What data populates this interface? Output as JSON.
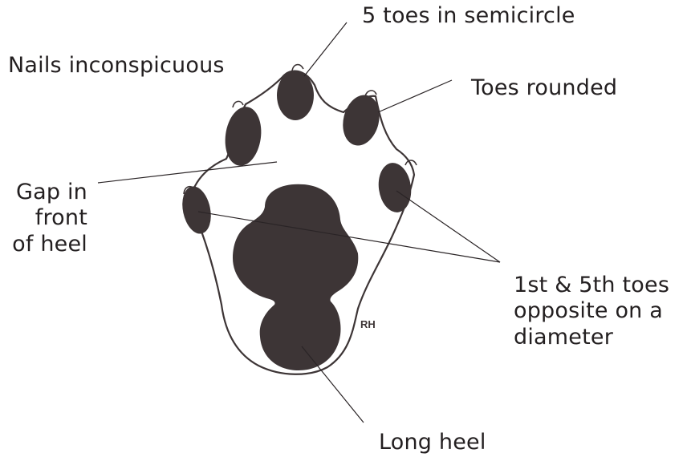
{
  "labels": {
    "toes_semicircle": "5 toes in semicircle",
    "nails": "Nails inconspicuous",
    "toes_rounded": "Toes rounded",
    "gap": [
      "Gap in",
      "front",
      "of heel"
    ],
    "toes_opposite": [
      "1st & 5th toes",
      "opposite on a",
      "diameter"
    ],
    "long_heel": "Long heel",
    "paw_mark": "RH"
  },
  "colors": {
    "ink": "#3d3536",
    "text": "#231f20",
    "background": "#ffffff"
  }
}
